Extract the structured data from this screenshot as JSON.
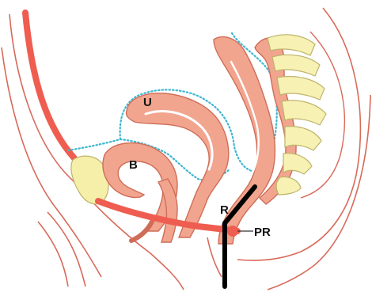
{
  "labels": {
    "uterus": "U",
    "bladder": "B",
    "rectum": "R",
    "puborectalis": "PR"
  },
  "colors": {
    "background": "#ffffff",
    "outline": "#d86a5a",
    "organ_fill": "#f2a58e",
    "organ_stroke": "#cf6d59",
    "peritoneum_dots": "#3fb6cf",
    "muscle_sling": "#ef5d50",
    "pubic_bone": "#f6efaa",
    "sacrum": "#f7f1b4",
    "sacrum_stroke": "#bdb46a",
    "angle_line": "#000000"
  }
}
